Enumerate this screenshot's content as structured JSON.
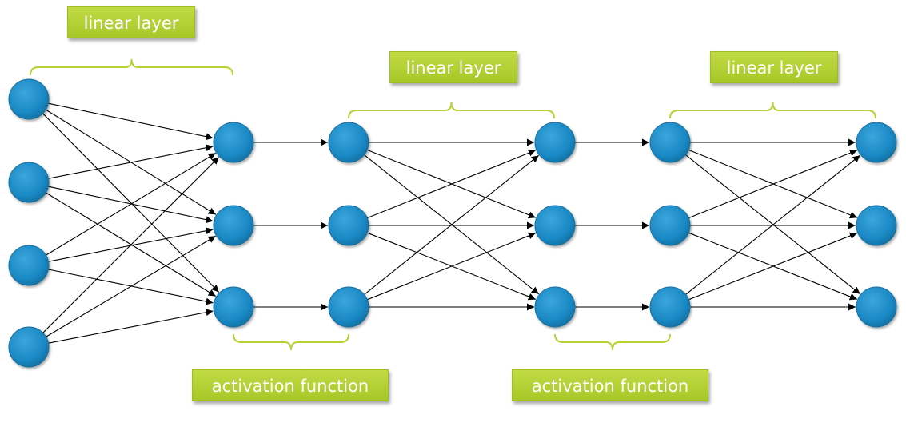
{
  "labels": {
    "linear_layer_1": "linear layer",
    "linear_layer_2": "linear layer",
    "linear_layer_3": "linear layer",
    "activation_function_1": "activation function",
    "activation_function_2": "activation function"
  },
  "colors": {
    "node": "#1a88c4",
    "label_bg": "#b5d334",
    "brace": "#b5d334",
    "edge": "#000000"
  },
  "network": {
    "columns": [
      4,
      3,
      3,
      3,
      3,
      3,
      3
    ],
    "connections": [
      "full",
      "one-to-one",
      "full",
      "one-to-one",
      "full"
    ]
  }
}
